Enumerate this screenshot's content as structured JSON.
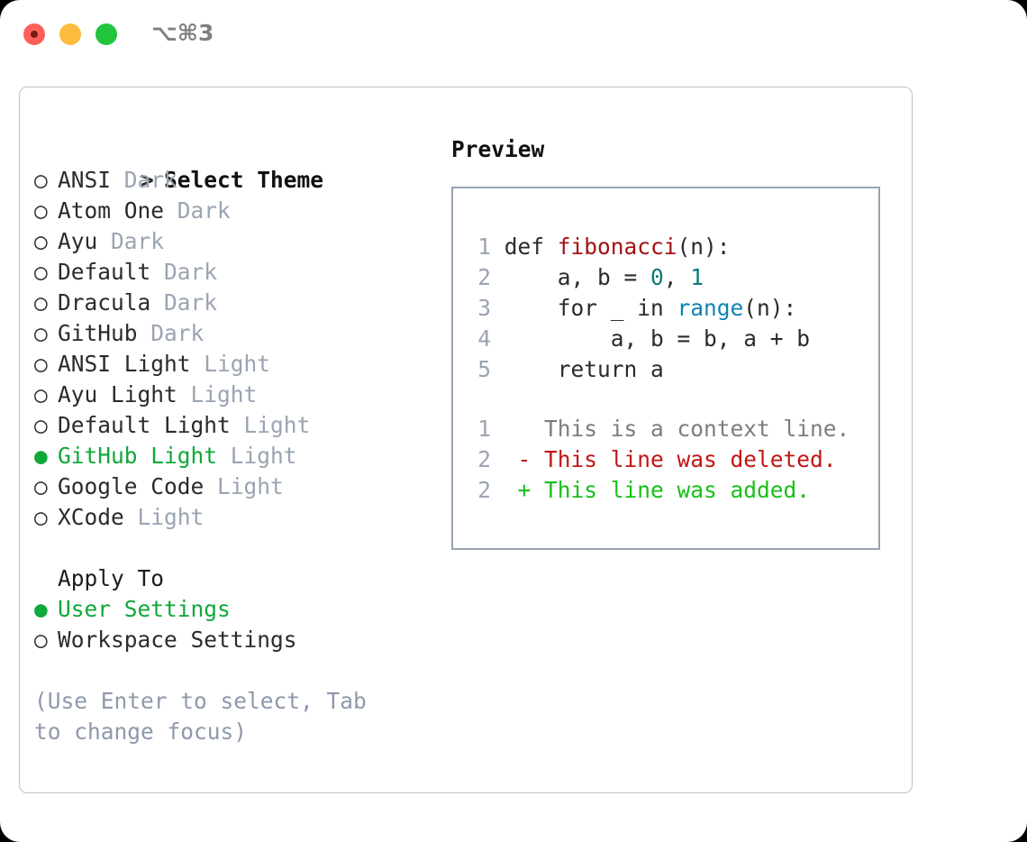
{
  "window": {
    "titlebar": {
      "shortcut": "⌥⌘3",
      "buttons": {
        "close": "close",
        "minimize": "minimize",
        "maximize": "maximize"
      }
    }
  },
  "colors": {
    "accent_green": "#0fa83a",
    "muted_gray": "#9aa4b2",
    "hint_gray": "#8e99ab",
    "panel_border": "#b9c2cc",
    "preview_border": "#97a3b1",
    "code_function": "#a11114",
    "code_number": "#0b7a75",
    "code_builtin": "#1083b0",
    "diff_context": "#7d7d7d",
    "diff_deleted": "#c31414",
    "diff_added": "#18c018",
    "dot_close": "#fc6058",
    "dot_minimize": "#fdbc40",
    "dot_maximize": "#22c43c"
  },
  "theme_list": {
    "header_prefix": ">",
    "header": "Select Theme",
    "marker_selected": "●",
    "marker_unselected": "○",
    "items": [
      {
        "name": "ANSI",
        "tag": "Dark",
        "selected": false
      },
      {
        "name": "Atom One",
        "tag": "Dark",
        "selected": false
      },
      {
        "name": "Ayu",
        "tag": "Dark",
        "selected": false
      },
      {
        "name": "Default",
        "tag": "Dark",
        "selected": false
      },
      {
        "name": "Dracula",
        "tag": "Dark",
        "selected": false
      },
      {
        "name": "GitHub",
        "tag": "Dark",
        "selected": false
      },
      {
        "name": "ANSI Light",
        "tag": "Light",
        "selected": false
      },
      {
        "name": "Ayu Light",
        "tag": "Light",
        "selected": false
      },
      {
        "name": "Default Light",
        "tag": "Light",
        "selected": false
      },
      {
        "name": "GitHub Light",
        "tag": "Light",
        "selected": true
      },
      {
        "name": "Google Code",
        "tag": "Light",
        "selected": false
      },
      {
        "name": "XCode",
        "tag": "Light",
        "selected": false
      }
    ]
  },
  "apply_to": {
    "header": "Apply To",
    "items": [
      {
        "name": "User Settings",
        "selected": true
      },
      {
        "name": "Workspace Settings",
        "selected": false
      }
    ]
  },
  "hint": "(Use Enter to select, Tab to change focus)",
  "preview": {
    "title": "Preview",
    "code_lines": [
      {
        "number": "1",
        "tokens": [
          {
            "text": "def ",
            "kind": "plain"
          },
          {
            "text": "fibonacci",
            "kind": "fn"
          },
          {
            "text": "(n):",
            "kind": "plain"
          }
        ]
      },
      {
        "number": "2",
        "tokens": [
          {
            "text": "    a, b = ",
            "kind": "plain"
          },
          {
            "text": "0",
            "kind": "num"
          },
          {
            "text": ", ",
            "kind": "plain"
          },
          {
            "text": "1",
            "kind": "num"
          }
        ]
      },
      {
        "number": "3",
        "tokens": [
          {
            "text": "    for _ in ",
            "kind": "plain"
          },
          {
            "text": "range",
            "kind": "builtin"
          },
          {
            "text": "(n):",
            "kind": "plain"
          }
        ]
      },
      {
        "number": "4",
        "tokens": [
          {
            "text": "        a, b = b, a + b",
            "kind": "plain"
          }
        ]
      },
      {
        "number": "5",
        "tokens": [
          {
            "text": "    return a",
            "kind": "plain"
          }
        ]
      }
    ],
    "diff_lines": [
      {
        "number": "1",
        "marker": " ",
        "text": "This is a context line.",
        "kind": "ctx"
      },
      {
        "number": "2",
        "marker": "-",
        "text": "This line was deleted.",
        "kind": "del"
      },
      {
        "number": "2",
        "marker": "+",
        "text": "This line was added.",
        "kind": "add"
      }
    ]
  }
}
